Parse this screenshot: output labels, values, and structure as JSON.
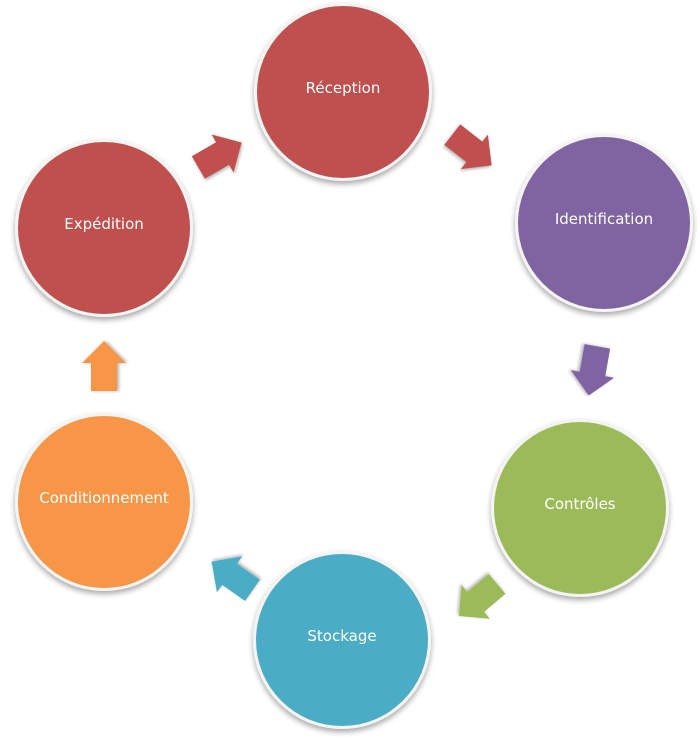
{
  "diagram": {
    "steps": [
      {
        "id": "reception",
        "label": "Réception",
        "color": "#c0504d"
      },
      {
        "id": "identification",
        "label": "Identification",
        "color": "#8064a2"
      },
      {
        "id": "controles",
        "label": "Contrôles",
        "color": "#9bbb59"
      },
      {
        "id": "stockage",
        "label": "Stockage",
        "color": "#4bacc6"
      },
      {
        "id": "conditionnement",
        "label": "Conditionnement",
        "color": "#f79646"
      },
      {
        "id": "expedition",
        "label": "Expédition",
        "color": "#c0504d"
      }
    ]
  }
}
